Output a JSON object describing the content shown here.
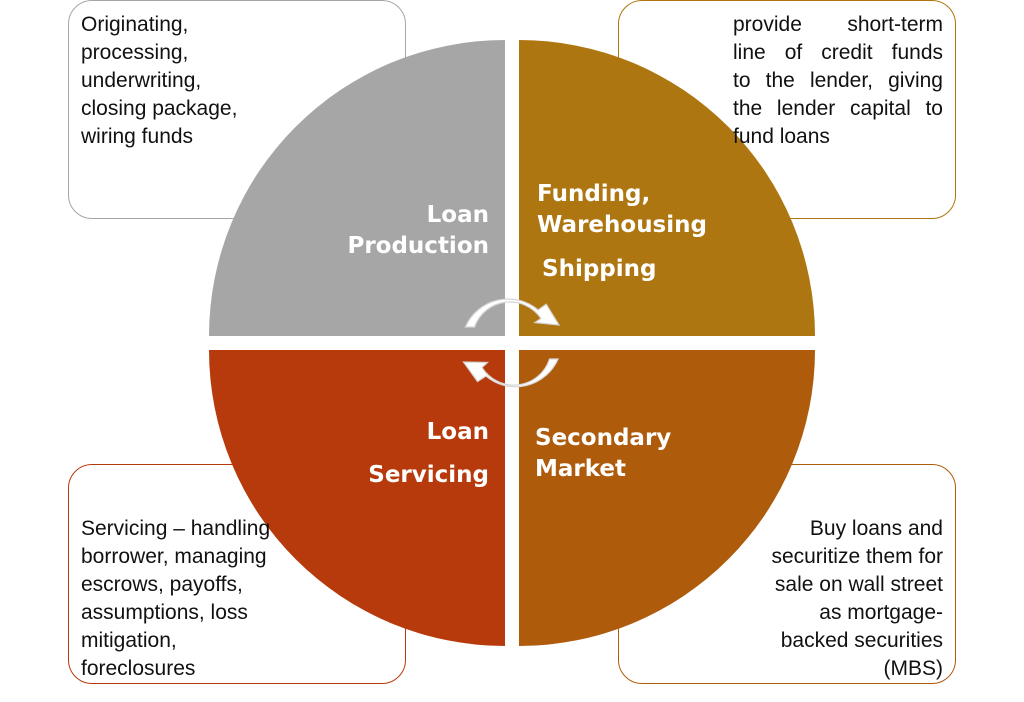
{
  "quadrants": {
    "loan_production": {
      "lines": [
        "Loan",
        "Production"
      ],
      "color": "#a6a6a6"
    },
    "funding": {
      "lines": [
        "Funding,",
        "Warehousing",
        "Shipping"
      ],
      "color": "#ae7610"
    },
    "loan_servicing": {
      "lines": [
        "Loan",
        "Servicing"
      ],
      "color": "#b73a0c"
    },
    "secondary_market": {
      "lines": [
        "Secondary",
        "Market"
      ],
      "color": "#ae5b0c"
    }
  },
  "boxes": {
    "top_left": {
      "lines": [
        "Originating,",
        "processing,",
        "underwriting,",
        "closing package,",
        "wiring funds"
      ]
    },
    "top_right": {
      "lines": [
        "provide short-term",
        "line of credit funds",
        "to the lender, giving",
        "the lender capital to",
        "fund loans"
      ]
    },
    "bottom_left": {
      "lines": [
        "Servicing – handling",
        "borrower, managing",
        "escrows, payoffs,",
        "assumptions, loss",
        "mitigation,",
        "foreclosures"
      ]
    },
    "bottom_right": {
      "lines": [
        "Buy loans and",
        "securitize them for",
        "sale on wall street",
        "as mortgage-",
        "backed securities",
        "(MBS)"
      ]
    }
  },
  "cycle_arrows": {
    "color": "#ffffff",
    "outline": "#d6d6d6",
    "icon": "circular-arrows-icon"
  }
}
